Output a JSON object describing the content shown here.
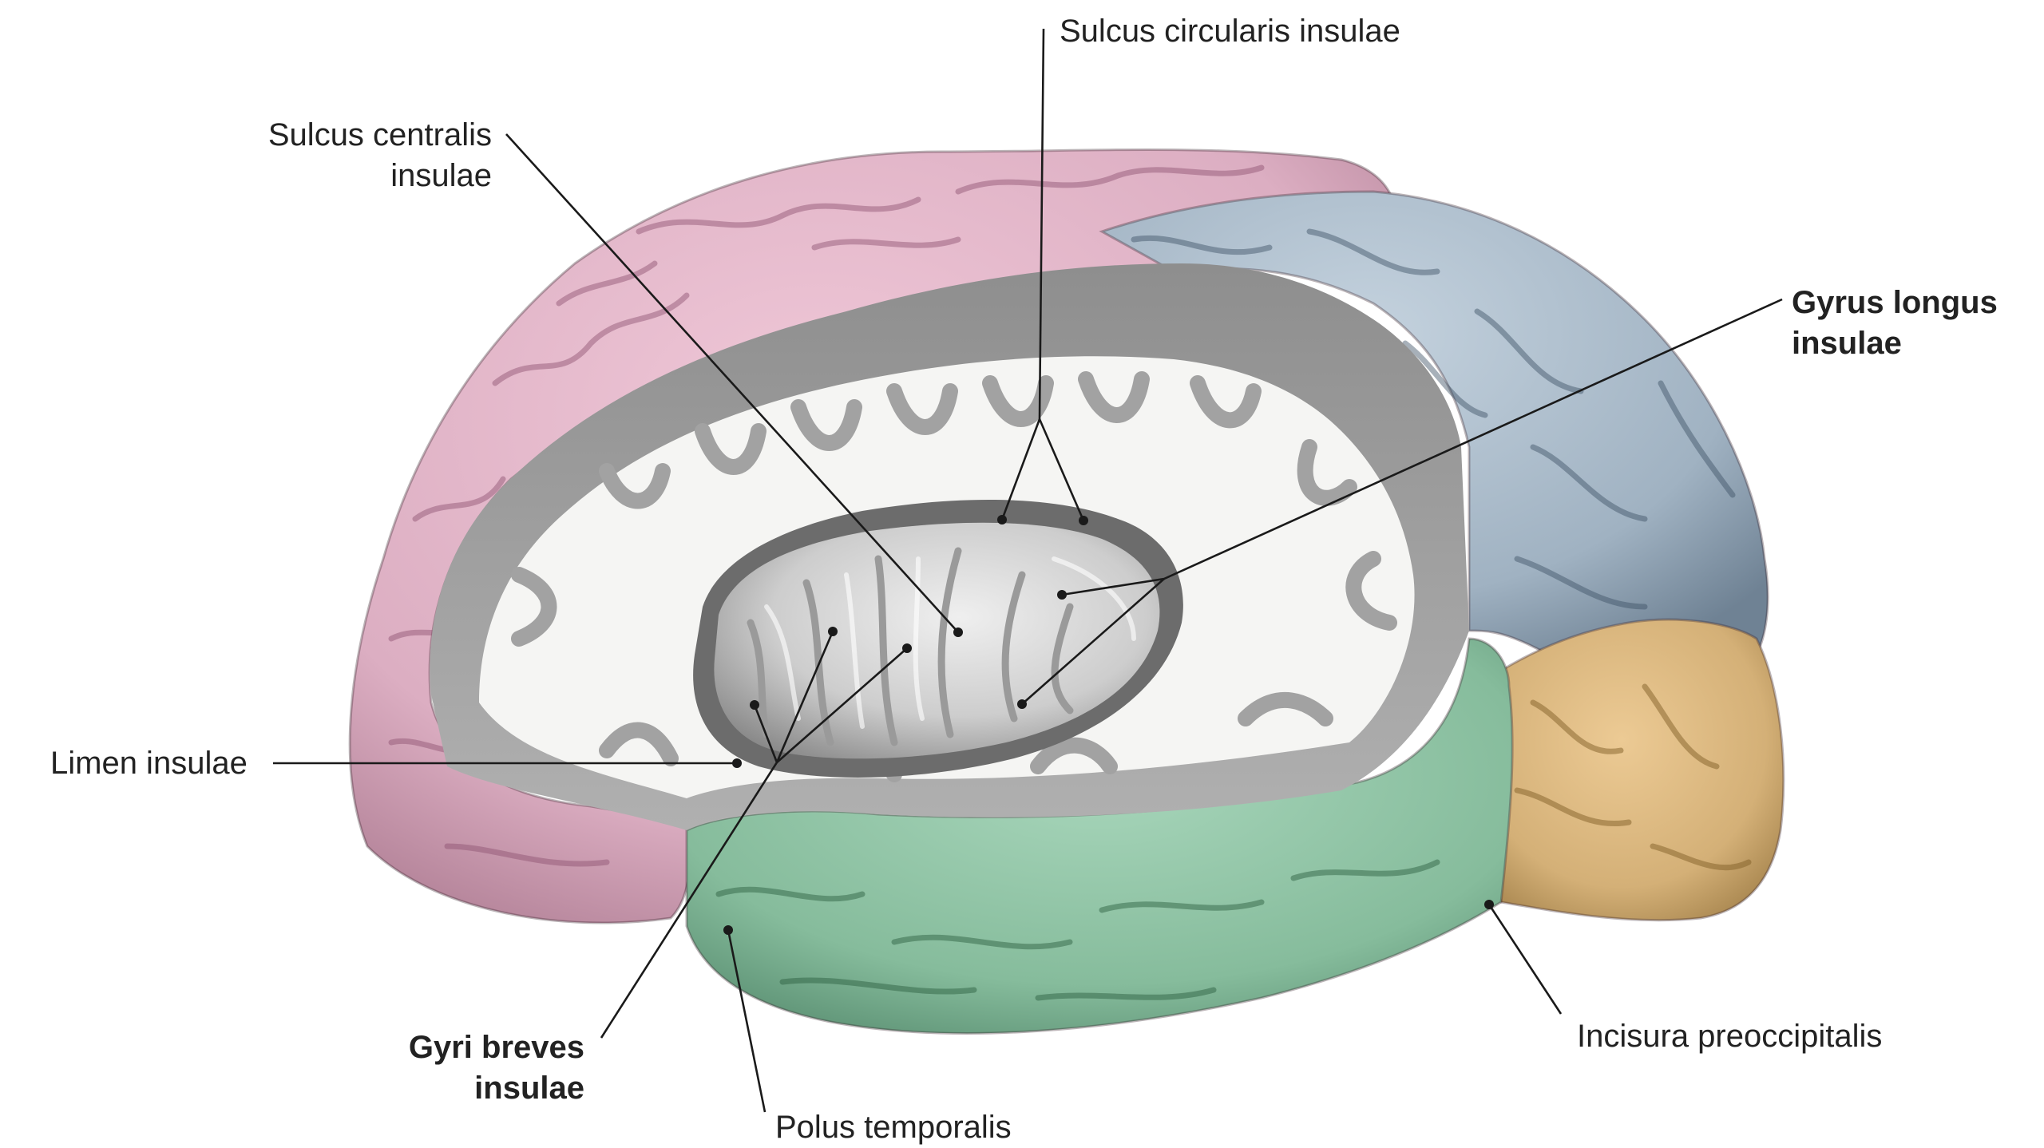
{
  "labels": {
    "sulcus_circularis": "Sulcus circularis insulae",
    "sulcus_centralis_line1": "Sulcus centralis",
    "sulcus_centralis_line2": "insulae",
    "gyrus_longus_line1": "Gyrus longus",
    "gyrus_longus_line2": "insulae",
    "limen": "Limen insulae",
    "gyri_breves_line1": "Gyri breves",
    "gyri_breves_line2": "insulae",
    "polus_temporalis": "Polus temporalis",
    "incisura_preoccipitalis": "Incisura preoccipitalis"
  },
  "colors": {
    "frontal_lobe": "#e0b4c8",
    "parietal_lobe": "#a8b8c8",
    "occipital_lobe": "#d8b67e",
    "temporal_lobe": "#8cc0a2",
    "cortex_section": "#9c9c9c",
    "white_matter": "#f4f4f2",
    "insula": "#cfcfcf",
    "leader_line": "#1a1a1a"
  }
}
